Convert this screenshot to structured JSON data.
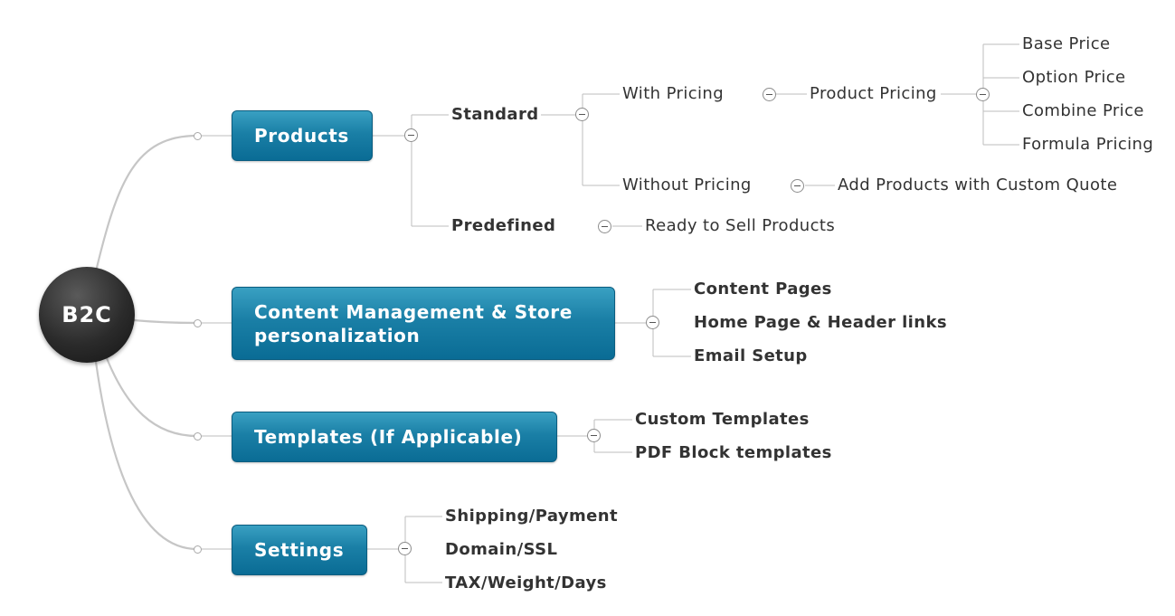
{
  "root": {
    "label": "B2C"
  },
  "branches": {
    "products": {
      "label": "Products",
      "standard": {
        "label": "Standard",
        "with_pricing": {
          "label": "With Pricing",
          "product_pricing": {
            "label": "Product Pricing",
            "items": [
              "Base Price",
              "Option Price",
              "Combine Price",
              "Formula Pricing"
            ]
          }
        },
        "without_pricing": {
          "label": "Without Pricing",
          "custom_quote": {
            "label": "Add Products with Custom Quote"
          }
        }
      },
      "predefined": {
        "label": "Predefined",
        "ready_to_sell": {
          "label": "Ready to Sell Products"
        }
      }
    },
    "content": {
      "label": "Content Management & Store personalization",
      "items": [
        "Content Pages",
        "Home Page & Header links",
        "Email Setup"
      ]
    },
    "templates": {
      "label": "Templates (If Applicable)",
      "items": [
        "Custom Templates",
        "PDF Block templates"
      ]
    },
    "settings": {
      "label": "Settings",
      "items": [
        "Shipping/Payment",
        "Domain/SSL",
        "TAX/Weight/Days"
      ]
    }
  },
  "colors": {
    "root_fill": "#2b2b2b",
    "topic_fill": "#1a7fa6",
    "connector": "#c8c8c8",
    "text": "#333333"
  }
}
